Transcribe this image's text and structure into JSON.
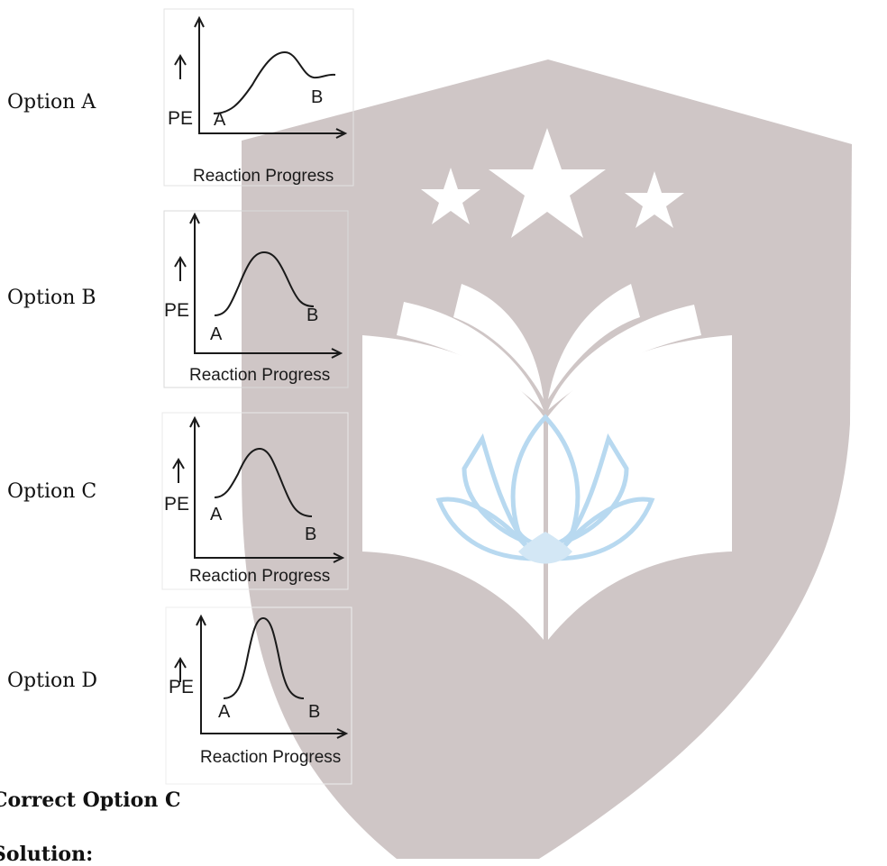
{
  "options": [
    {
      "label": "Option A",
      "y_axis": "PE",
      "start": "A",
      "end": "B",
      "x_axis": "Reaction Progress"
    },
    {
      "label": "Option B",
      "y_axis": "PE",
      "start": "A",
      "end": "B",
      "x_axis": "Reaction Progress"
    },
    {
      "label": "Option C",
      "y_axis": "PE",
      "start": "A",
      "end": "B",
      "x_axis": "Reaction Progress"
    },
    {
      "label": "Option D",
      "y_axis": "PE",
      "start": "A",
      "end": "B",
      "x_axis": "Reaction Progress"
    }
  ],
  "answer": "Correct Option C",
  "solution_label": "Solution:",
  "watermark": {
    "shield_color": "#cfc6c6",
    "lotus_color": "#b8d9f0",
    "icon": "shield-book-lotus-stars"
  }
}
